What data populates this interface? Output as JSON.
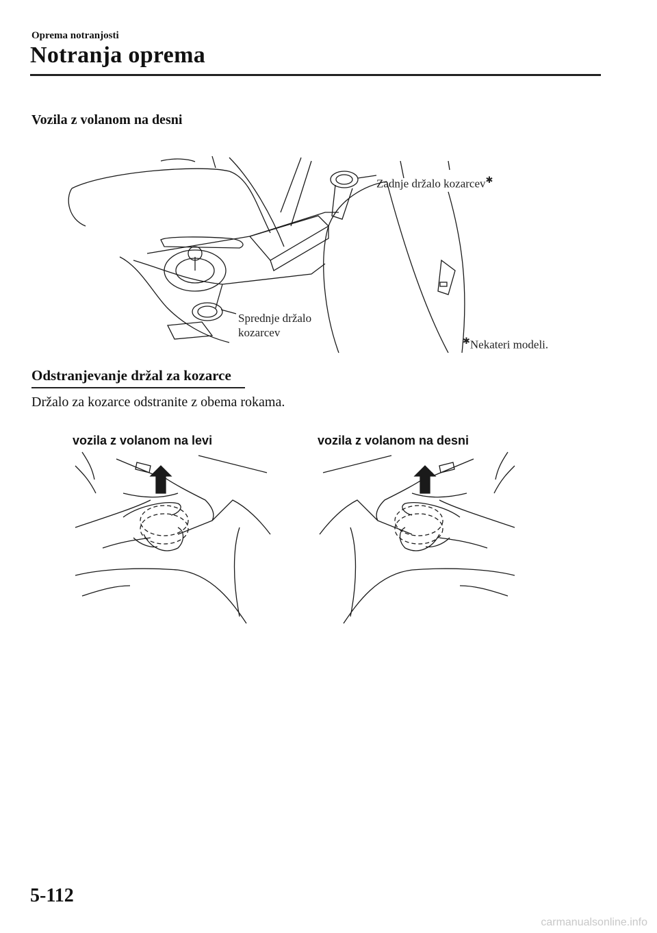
{
  "header": {
    "section": "Oprema notranjosti",
    "title": "Notranja oprema"
  },
  "figure1": {
    "heading": "Vozila z volanom na desni",
    "label_rear": "Zadnje držalo kozarcev",
    "label_front_line1": "Sprednje držalo",
    "label_front_line2": "kozarcev",
    "footnote": "Nekateri modeli.",
    "star_glyph": "✱"
  },
  "section2": {
    "heading": "Odstranjevanje držal za kozarce",
    "body": "Držalo za kozarce odstranite z obema rokama."
  },
  "figure2": {
    "label_left": "vozila z volanom na levi",
    "label_right": "vozila z volanom na desni"
  },
  "footer": {
    "page_number": "5-112",
    "watermark": "carmanualsonline.info"
  }
}
